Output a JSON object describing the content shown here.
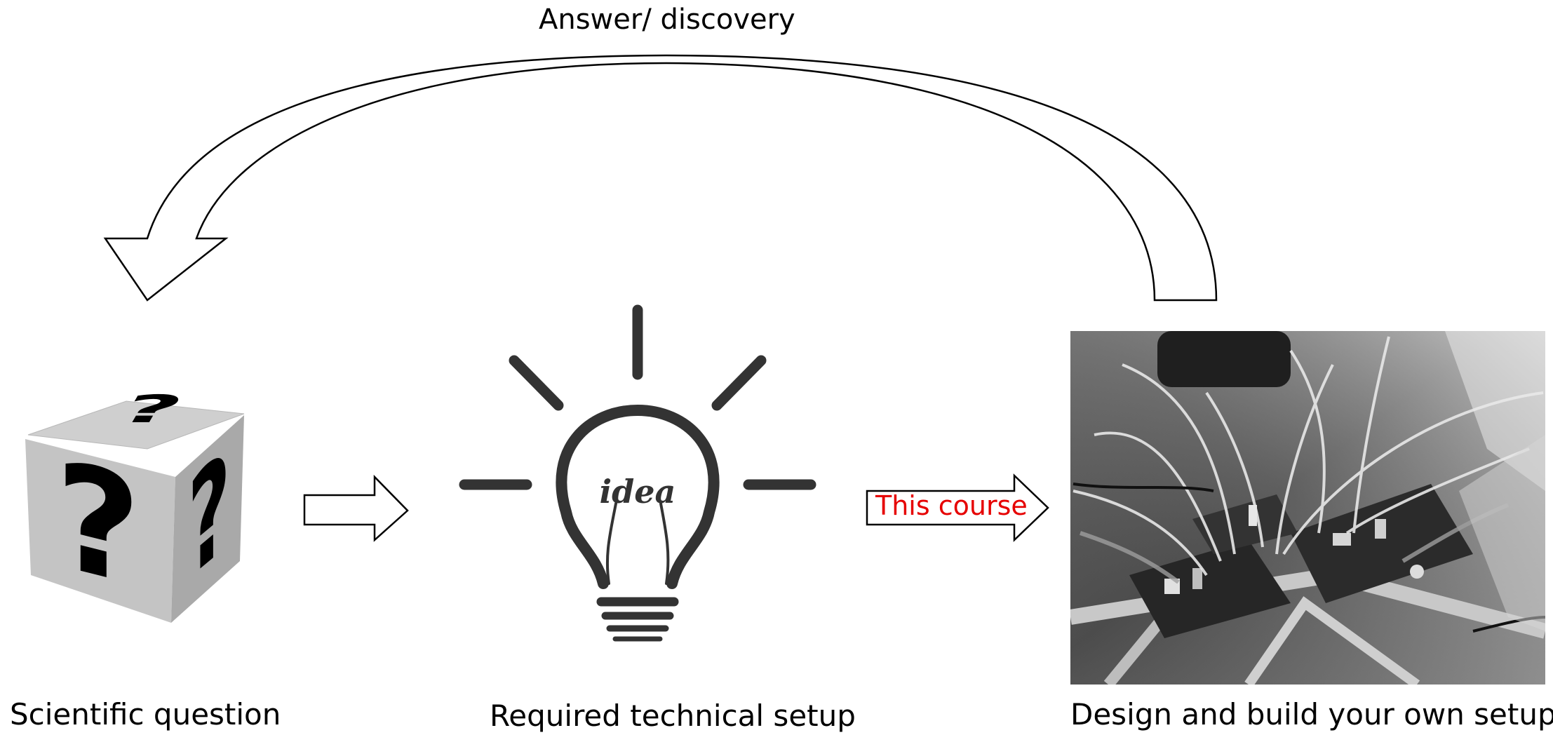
{
  "diagram": {
    "feedback_arrow": {
      "label": "Answer/ discovery"
    },
    "stages": [
      {
        "id": "question",
        "label": "Scientific question",
        "image": "question-mark-cube"
      },
      {
        "id": "idea",
        "label": "Required technical setup",
        "image": "idea-lightbulb",
        "bulb_text": "idea"
      },
      {
        "id": "build",
        "label": "Design and build your own setup!",
        "image": "electronics-breadboard-photo"
      }
    ],
    "connector_arrows": [
      {
        "from": "question",
        "to": "idea",
        "label": ""
      },
      {
        "from": "idea",
        "to": "build",
        "label": "This course",
        "label_color": "#e60000"
      }
    ]
  },
  "colors": {
    "accent_red": "#e60000",
    "icon_dark": "#333333",
    "cube_light": "#cfcfcf",
    "cube_mid": "#b0b0b0",
    "cube_dark": "#9a9a9a"
  }
}
